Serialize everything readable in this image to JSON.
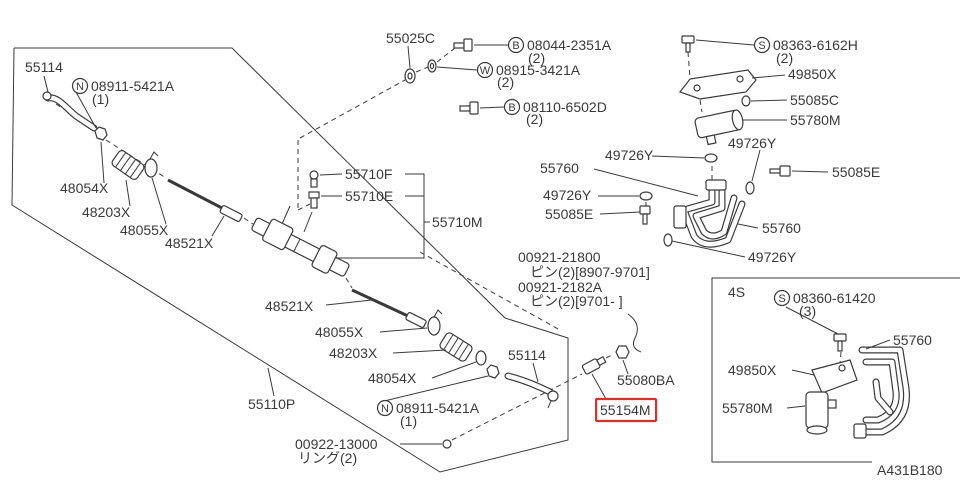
{
  "diagram": {
    "figure_code": "A431B180",
    "variant_label": "4S",
    "highlighted_part": "55154M",
    "highlight_color": "#d9302b",
    "line_color": "#3a3a3a"
  },
  "labels": {
    "p55114_upper": "55114",
    "p08911_upper_sym": "N",
    "p08911_upper": "08911-5421A",
    "p08911_upper_qty": "(1)",
    "p48054x_upper": "48054X",
    "p48203x_upper": "48203X",
    "p48055x_upper": "48055X",
    "p48521x_upper": "48521X",
    "p55025c": "55025C",
    "p08044_sym": "B",
    "p08044": "08044-2351A",
    "p08044_qty": "(2)",
    "p08915_sym": "W",
    "p08915": "08915-3421A",
    "p08915_qty": "(2)",
    "p08110_sym": "B",
    "p08110": "08110-6502D",
    "p08110_qty": "(2)",
    "p08363_sym": "S",
    "p08363": "08363-6162H",
    "p08363_qty": "(2)",
    "p49850x": "49850X",
    "p55085c": "55085C",
    "p55780m": "55780M",
    "p55760_left": "55760",
    "p49726y_a": "49726Y",
    "p49726y_b": "49726Y",
    "p55085e_right": "55085E",
    "p49726y_c": "49726Y",
    "p55085e_left": "55085E",
    "p55760_right": "55760",
    "p49726y_d": "49726Y",
    "p55710f": "55710F",
    "p55710e": "55710E",
    "p55710m": "55710M",
    "p00921_21800": "00921-21800",
    "p00921_21800_note": "ピン(2)[8907-9701]",
    "p00921_2182a": "00921-2182A",
    "p00921_2182a_note": "ピン(2)[9701-   ]",
    "p48521x_lower": "48521X",
    "p48055x_lower": "48055X",
    "p48203x_lower": "48203X",
    "p55114_lower": "55114",
    "p48054x_lower": "48054X",
    "p55080ba": "55080BA",
    "p55110p": "55110P",
    "p08911_lower_sym": "N",
    "p08911_lower": "08911-5421A",
    "p08911_lower_qty": "(1)",
    "p55154m": "55154M",
    "p00922": "00922-13000",
    "p00922_note": "リング(2)",
    "inset_08360_sym": "S",
    "inset_08360": "08360-61420",
    "inset_08360_qty": "(3)",
    "inset_55760": "55760",
    "inset_49850x": "49850X",
    "inset_55780m": "55780M"
  }
}
